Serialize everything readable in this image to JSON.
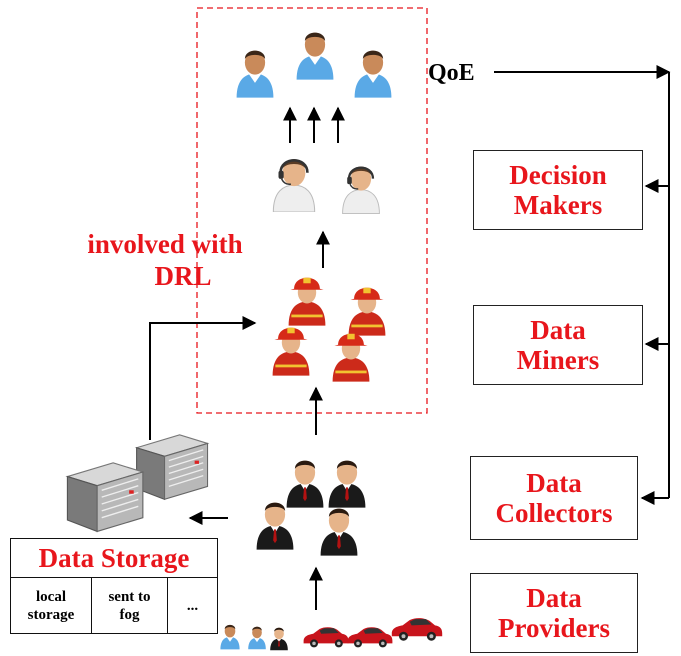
{
  "qoe_label": "QoE",
  "drl_label_line1": "involved with",
  "drl_label_line2": "DRL",
  "roles": {
    "decision_makers": [
      "Decision",
      "Makers"
    ],
    "data_miners": [
      "Data",
      "Miners"
    ],
    "data_collectors": [
      "Data",
      "Collectors"
    ],
    "data_providers": [
      "Data",
      "Providers"
    ]
  },
  "storage": {
    "title": "Data Storage",
    "cells": [
      {
        "line1": "local",
        "line2": "storage"
      },
      {
        "line1": "sent to",
        "line2": "fog"
      },
      {
        "line1": "...",
        "line2": ""
      }
    ]
  },
  "colors": {
    "label_red": "#e8161c",
    "dashed_box": "#e8161c",
    "end_user_shirt": "#5aa9e6",
    "operator_shirt": "#eeeeee",
    "firefighter": "#cc2a1a",
    "suit": "#1a1a1a",
    "car": "#c8141c",
    "server": "#9a9a9a"
  },
  "icons": [
    "end-user-icon",
    "call-center-operator-icon",
    "firefighter-icon",
    "businessman-icon",
    "server-icon",
    "person-icon",
    "car-icon"
  ]
}
